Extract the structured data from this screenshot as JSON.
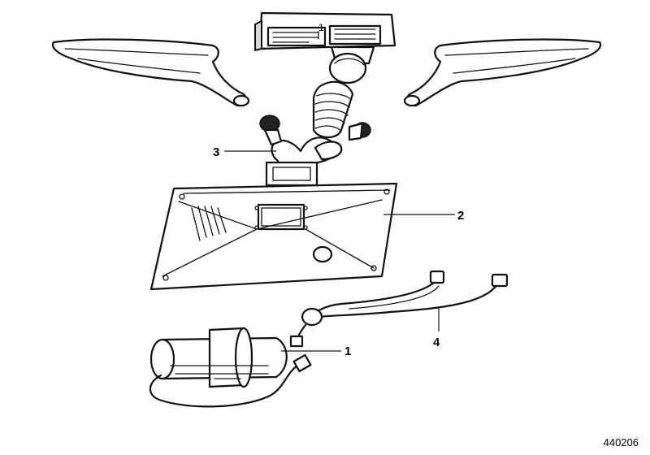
{
  "callouts": {
    "c1": "1",
    "c2": "2",
    "c3": "3",
    "c4": "4",
    "c1_top": "1"
  },
  "doc_id": "440206"
}
